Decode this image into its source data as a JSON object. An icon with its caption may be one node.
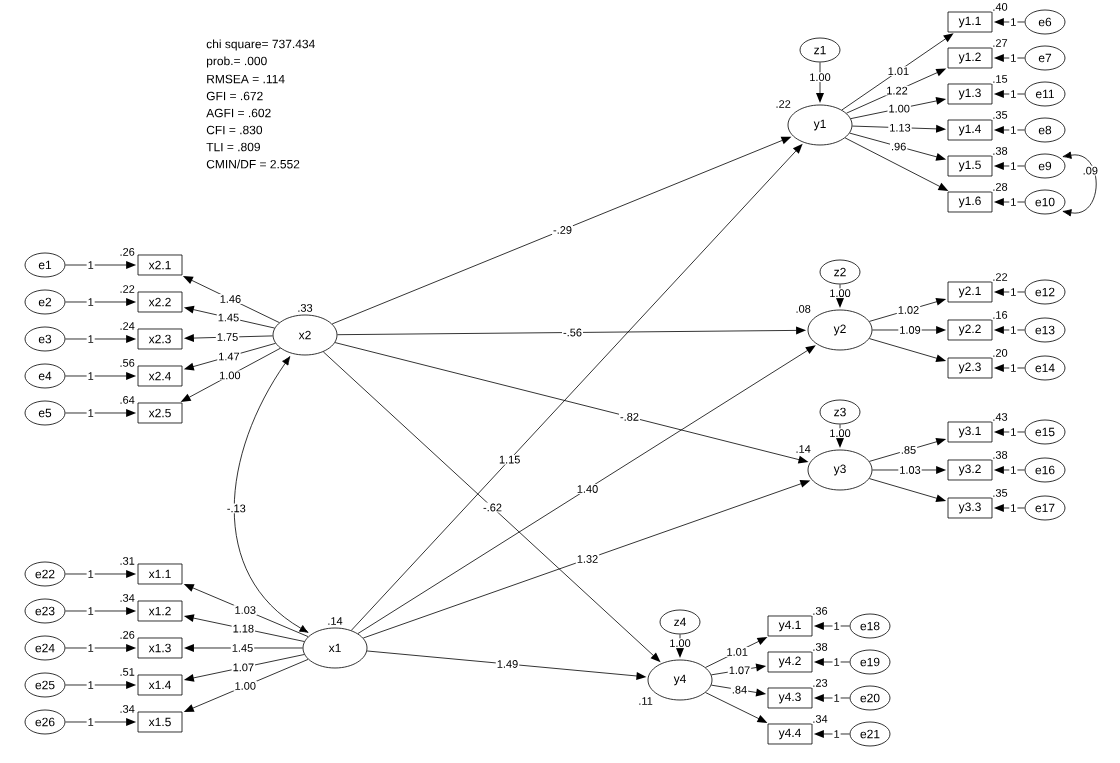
{
  "diagram": {
    "nodes": [
      {
        "text": [
          "x2"
        ],
        "beside": [
          ".33"
        ]
      },
      {
        "text": [
          "x2.1"
        ],
        "beside": [
          ".26"
        ]
      },
      {
        "text": [
          "x2.2"
        ],
        "beside": [
          ".22"
        ]
      },
      {
        "text": [
          "x2.3"
        ],
        "beside": [
          ".24"
        ]
      },
      {
        "text": [
          "x2.4"
        ],
        "beside": [
          ".56"
        ]
      },
      {
        "text": [
          "x2.5"
        ],
        "beside": [
          ".64"
        ]
      },
      {
        "text": [
          "e1"
        ]
      },
      {
        "text": [
          "e2"
        ]
      },
      {
        "text": [
          "e3"
        ]
      },
      {
        "text": [
          "e4"
        ]
      },
      {
        "text": [
          "e5"
        ]
      },
      {
        "text": [
          "x1"
        ],
        "beside": [
          ".14"
        ]
      },
      {
        "text": [
          "x1.1"
        ],
        "beside": [
          ".31"
        ]
      },
      {
        "text": [
          "x1.2"
        ],
        "beside": [
          ".34"
        ]
      },
      {
        "text": [
          "x1.3"
        ],
        "beside": [
          ".26"
        ]
      },
      {
        "text": [
          "x1.4"
        ],
        "beside": [
          ".51"
        ]
      },
      {
        "text": [
          "x1.5"
        ],
        "beside": [
          ".34"
        ]
      },
      {
        "text": [
          "e22"
        ]
      },
      {
        "text": [
          "e23"
        ]
      },
      {
        "text": [
          "e24"
        ]
      },
      {
        "text": [
          "e25"
        ]
      },
      {
        "text": [
          "e26"
        ]
      },
      {
        "text": [
          "y1"
        ],
        "beside": [
          ".22"
        ]
      },
      {
        "text": [
          "z1"
        ]
      },
      {
        "text": [
          "y1.1"
        ],
        "beside": [
          ".40"
        ]
      },
      {
        "text": [
          "y1.2"
        ],
        "beside": [
          ".27"
        ]
      },
      {
        "text": [
          "y1.3"
        ],
        "beside": [
          ".15"
        ]
      },
      {
        "text": [
          "y1.4"
        ],
        "beside": [
          ".35"
        ]
      },
      {
        "text": [
          "y1.5"
        ],
        "beside": [
          ".38"
        ]
      },
      {
        "text": [
          "y1.6"
        ],
        "beside": [
          ".28"
        ]
      },
      {
        "text": [
          "e6"
        ]
      },
      {
        "text": [
          "e7"
        ]
      },
      {
        "text": [
          "e11"
        ]
      },
      {
        "text": [
          "e8"
        ]
      },
      {
        "text": [
          "e9"
        ]
      },
      {
        "text": [
          "e10"
        ]
      },
      {
        "text": [
          "y2"
        ],
        "beside": [
          ".08"
        ]
      },
      {
        "text": [
          "z2"
        ]
      },
      {
        "text": [
          "y2.1"
        ],
        "beside": [
          ".22"
        ]
      },
      {
        "text": [
          "y2.2"
        ],
        "beside": [
          ".16"
        ]
      },
      {
        "text": [
          "y2.3"
        ],
        "beside": [
          ".20"
        ]
      },
      {
        "text": [
          "e12"
        ]
      },
      {
        "text": [
          "e13"
        ]
      },
      {
        "text": [
          "e14"
        ]
      },
      {
        "text": [
          "y3"
        ],
        "beside": [
          ".14"
        ]
      },
      {
        "text": [
          "z3"
        ]
      },
      {
        "text": [
          "y3.1"
        ],
        "beside": [
          ".43"
        ]
      },
      {
        "text": [
          "y3.2"
        ],
        "beside": [
          ".38"
        ]
      },
      {
        "text": [
          "y3.3"
        ],
        "beside": [
          ".35"
        ]
      },
      {
        "text": [
          "e15"
        ]
      },
      {
        "text": [
          "e16"
        ]
      },
      {
        "text": [
          "e17"
        ]
      },
      {
        "text": [
          "y4"
        ],
        "beside": [
          ".11"
        ]
      },
      {
        "text": [
          "z4"
        ]
      },
      {
        "text": [
          "y4.1"
        ],
        "beside": [
          ".36"
        ]
      },
      {
        "text": [
          "y4.2"
        ],
        "beside": [
          ".38"
        ]
      },
      {
        "text": [
          "y4.3"
        ],
        "beside": [
          ".23"
        ]
      },
      {
        "text": [
          "y4.4"
        ],
        "beside": [
          ".34"
        ]
      },
      {
        "text": [
          "e18"
        ]
      },
      {
        "text": [
          "e19"
        ]
      },
      {
        "text": [
          "e20"
        ]
      },
      {
        "text": [
          "e21"
        ]
      }
    ],
    "edges": [
      {
        "from": 0,
        "to": 1,
        "arrow": "to",
        "label": "1.46"
      },
      {
        "from": 0,
        "to": 2,
        "arrow": "to",
        "label": "1.45"
      },
      {
        "from": 0,
        "to": 3,
        "arrow": "to",
        "label": "1.75"
      },
      {
        "from": 0,
        "to": 4,
        "arrow": "to",
        "label": "1.47"
      },
      {
        "from": 0,
        "to": 5,
        "arrow": "to",
        "label": "1.00"
      },
      {
        "from": 6,
        "to": 1,
        "arrow": "to",
        "label": "1"
      },
      {
        "from": 7,
        "to": 2,
        "arrow": "to",
        "label": "1"
      },
      {
        "from": 8,
        "to": 3,
        "arrow": "to",
        "label": "1"
      },
      {
        "from": 9,
        "to": 4,
        "arrow": "to",
        "label": "1"
      },
      {
        "from": 10,
        "to": 5,
        "arrow": "to",
        "label": "1"
      },
      {
        "from": 11,
        "to": 12,
        "arrow": "to",
        "label": "1.03"
      },
      {
        "from": 11,
        "to": 13,
        "arrow": "to",
        "label": "1.18"
      },
      {
        "from": 11,
        "to": 14,
        "arrow": "to",
        "label": "1.45"
      },
      {
        "from": 11,
        "to": 15,
        "arrow": "to",
        "label": "1.07"
      },
      {
        "from": 11,
        "to": 16,
        "arrow": "to",
        "label": "1.00"
      },
      {
        "from": 17,
        "to": 12,
        "arrow": "to",
        "label": "1"
      },
      {
        "from": 18,
        "to": 13,
        "arrow": "to",
        "label": "1"
      },
      {
        "from": 19,
        "to": 14,
        "arrow": "to",
        "label": "1"
      },
      {
        "from": 20,
        "to": 15,
        "arrow": "to",
        "label": "1"
      },
      {
        "from": 21,
        "to": 16,
        "arrow": "to",
        "label": "1"
      },
      {
        "from": 0,
        "to": 11,
        "arrow": "both",
        "label": "-.13"
      },
      {
        "from": 0,
        "to": 22,
        "arrow": "to",
        "label": "-.29"
      },
      {
        "from": 0,
        "to": 36,
        "arrow": "to",
        "label": "-.56"
      },
      {
        "from": 0,
        "to": 44,
        "arrow": "to",
        "label": "-.82"
      },
      {
        "from": 0,
        "to": 52,
        "arrow": "to",
        "label": "-.62"
      },
      {
        "from": 11,
        "to": 22,
        "arrow": "to",
        "label": "1.15"
      },
      {
        "from": 11,
        "to": 36,
        "arrow": "to",
        "label": "1.40"
      },
      {
        "from": 11,
        "to": 44,
        "arrow": "to",
        "label": "1.32"
      },
      {
        "from": 11,
        "to": 52,
        "arrow": "to",
        "label": "1.49"
      },
      {
        "from": 23,
        "to": 22,
        "arrow": "to",
        "label": "1.00"
      },
      {
        "from": 22,
        "to": 24,
        "arrow": "to",
        "label": "1.01"
      },
      {
        "from": 22,
        "to": 25,
        "arrow": "to",
        "label": "1.22"
      },
      {
        "from": 22,
        "to": 26,
        "arrow": "to",
        "label": "1.00"
      },
      {
        "from": 22,
        "to": 27,
        "arrow": "to",
        "label": "1.13"
      },
      {
        "from": 22,
        "to": 28,
        "arrow": "to",
        "label": ".96"
      },
      {
        "from": 22,
        "to": 29,
        "arrow": "to"
      },
      {
        "from": 30,
        "to": 24,
        "arrow": "to",
        "label": "1"
      },
      {
        "from": 31,
        "to": 25,
        "arrow": "to",
        "label": "1"
      },
      {
        "from": 32,
        "to": 26,
        "arrow": "to",
        "label": "1"
      },
      {
        "from": 33,
        "to": 27,
        "arrow": "to",
        "label": "1"
      },
      {
        "from": 34,
        "to": 28,
        "arrow": "to",
        "label": "1"
      },
      {
        "from": 35,
        "to": 29,
        "arrow": "to",
        "label": "1"
      },
      {
        "from": 34,
        "to": 35,
        "arrow": "both",
        "label": ".09"
      },
      {
        "from": 37,
        "to": 36,
        "arrow": "to",
        "label": "1.00"
      },
      {
        "from": 36,
        "to": 38,
        "arrow": "to",
        "label": "1.02"
      },
      {
        "from": 36,
        "to": 39,
        "arrow": "to",
        "label": "1.09"
      },
      {
        "from": 36,
        "to": 40,
        "arrow": "to"
      },
      {
        "from": 41,
        "to": 38,
        "arrow": "to",
        "label": "1"
      },
      {
        "from": 42,
        "to": 39,
        "arrow": "to",
        "label": "1"
      },
      {
        "from": 43,
        "to": 40,
        "arrow": "to",
        "label": "1"
      },
      {
        "from": 45,
        "to": 44,
        "arrow": "to",
        "label": "1.00"
      },
      {
        "from": 44,
        "to": 46,
        "arrow": "to",
        "label": ".85"
      },
      {
        "from": 44,
        "to": 47,
        "arrow": "to",
        "label": "1.03"
      },
      {
        "from": 44,
        "to": 48,
        "arrow": "to"
      },
      {
        "from": 49,
        "to": 46,
        "arrow": "to",
        "label": "1"
      },
      {
        "from": 50,
        "to": 47,
        "arrow": "to",
        "label": "1"
      },
      {
        "from": 51,
        "to": 48,
        "arrow": "to",
        "label": "1"
      },
      {
        "from": 53,
        "to": 52,
        "arrow": "to",
        "label": "1.00"
      },
      {
        "from": 52,
        "to": 54,
        "arrow": "to",
        "label": "1.01"
      },
      {
        "from": 52,
        "to": 55,
        "arrow": "to",
        "label": "1.07"
      },
      {
        "from": 52,
        "to": 56,
        "arrow": "to",
        "label": ".84"
      },
      {
        "from": 52,
        "to": 57,
        "arrow": "to"
      },
      {
        "from": 58,
        "to": 54,
        "arrow": "to",
        "label": "1"
      },
      {
        "from": 59,
        "to": 55,
        "arrow": "to",
        "label": "1"
      },
      {
        "from": 60,
        "to": 56,
        "arrow": "to",
        "label": "1"
      },
      {
        "from": 61,
        "to": 57,
        "arrow": "to",
        "label": "1"
      }
    ],
    "labels": [
      "chi square= 737.434",
      "prob.= .000",
      "RMSEA = .114",
      "GFI = .672",
      "AGFI = .602",
      "CFI = .830",
      "TLI = .809",
      "CMIN/DF = 2.552"
    ]
  }
}
